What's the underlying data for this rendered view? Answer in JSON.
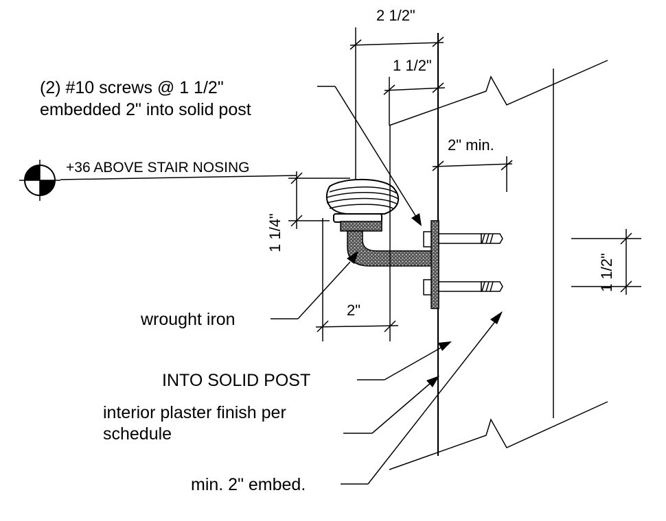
{
  "notes": {
    "screws": [
      "(2) #10 screws @ 1 1/2\"",
      "embedded 2\" into solid post"
    ],
    "datum": "+36 ABOVE STAIR NOSING",
    "wrought_iron": "wrought iron",
    "into_solid_post": "INTO SOLID POST",
    "plaster": [
      "interior plaster finish per",
      "schedule"
    ],
    "embed": "min. 2\" embed."
  },
  "dimensions": {
    "overall_width": "2 1/2\"",
    "inner_width": "1 1/2\"",
    "clearance": "2\" min.",
    "rail_height": "1 1/4\"",
    "bracket_projection": "2\"",
    "screw_spacing": "1 1/2\""
  },
  "colors": {
    "line": "#000000",
    "background": "#ffffff",
    "hatch": "#000000"
  }
}
